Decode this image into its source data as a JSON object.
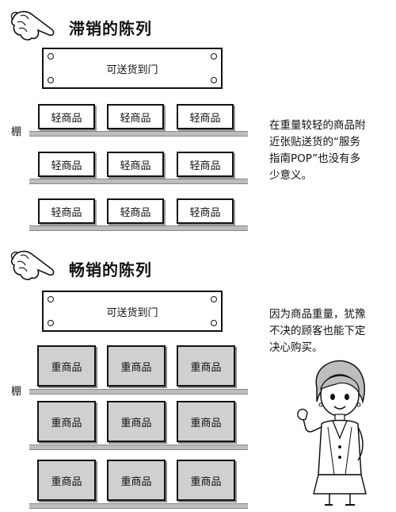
{
  "top": {
    "title": "滞销的陈列",
    "sign": "可送货到门",
    "shelf_label": "棚",
    "rows": [
      [
        "轻商品",
        "轻商品",
        "轻商品"
      ],
      [
        "轻商品",
        "轻商品",
        "轻商品"
      ],
      [
        "轻商品",
        "轻商品",
        "轻商品"
      ]
    ],
    "note": "在重量较轻的商品附近张贴送货的“服务指南POP”也没有多少意义。"
  },
  "bottom": {
    "title": "畅销的陈列",
    "sign": "可送货到门",
    "shelf_label": "棚",
    "rows": [
      [
        "重商品",
        "重商品",
        "重商品"
      ],
      [
        "重商品",
        "重商品",
        "重商品"
      ],
      [
        "重商品",
        "重商品",
        "重商品"
      ]
    ],
    "note": "因为商品重量，犹豫不决的顾客也能下定决心购买。"
  },
  "icons": [
    "pointing-hand-icon",
    "pointing-hand-icon",
    "shop-assistant-illustration"
  ]
}
